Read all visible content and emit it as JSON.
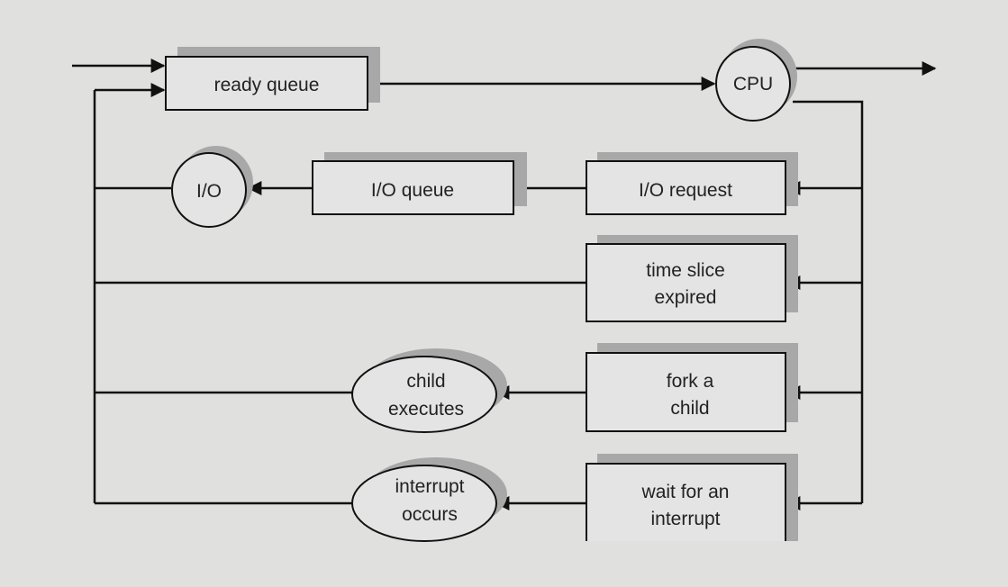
{
  "diagram": {
    "ready_queue": "ready queue",
    "cpu": "CPU",
    "io": "I/O",
    "io_queue": "I/O queue",
    "io_request": "I/O request",
    "time_slice": [
      "time slice",
      "expired"
    ],
    "fork_child": [
      "fork a",
      "child"
    ],
    "child_executes": [
      "child",
      "executes"
    ],
    "wait_interrupt": [
      "wait for an",
      "interrupt"
    ],
    "interrupt_occurs": [
      "interrupt",
      "occurs"
    ]
  },
  "colors": {
    "background": "#e0e0de",
    "box_fill": "#e4e4e4",
    "shadow": "#a8a8a8",
    "line": "#111111"
  }
}
